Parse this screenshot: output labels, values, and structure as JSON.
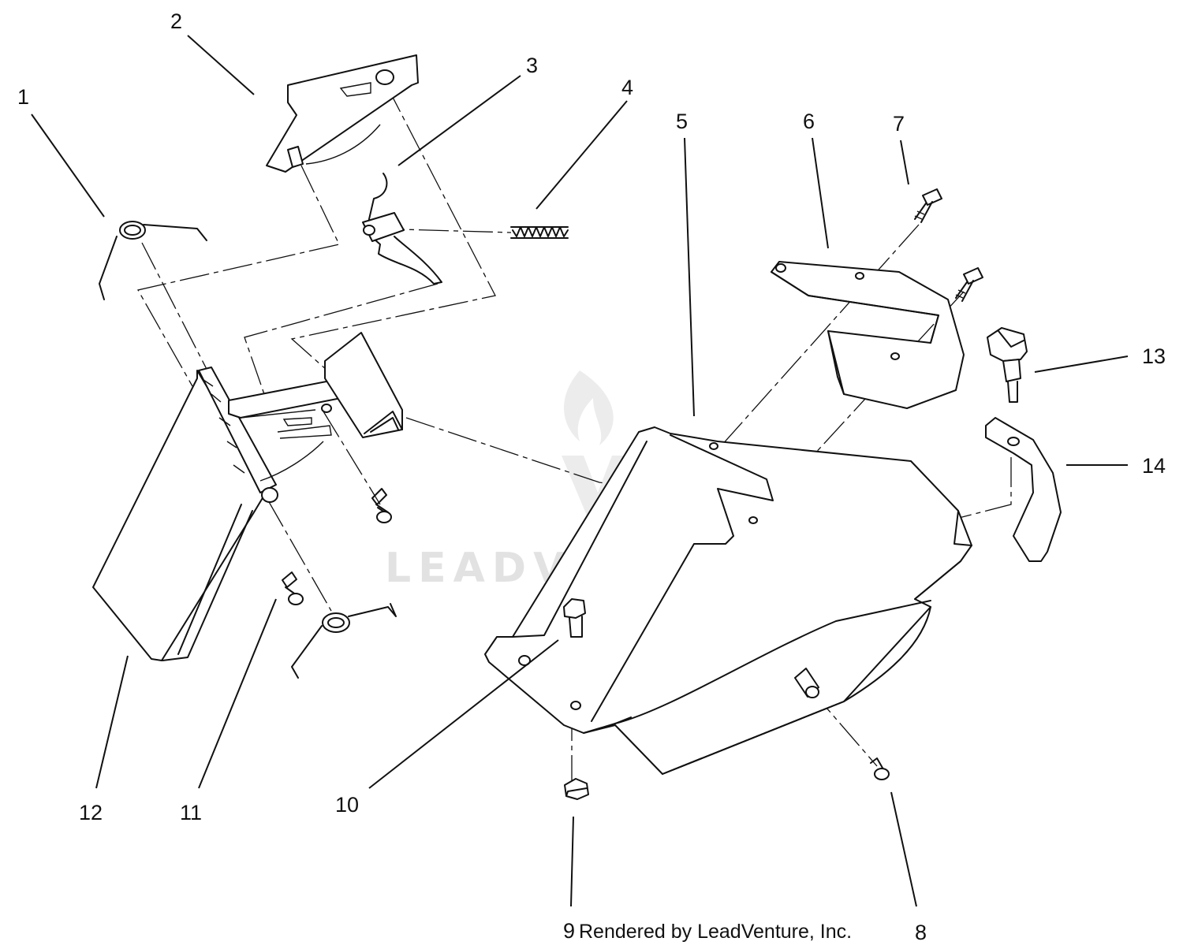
{
  "watermark": {
    "text": "LEADVENTURE"
  },
  "credit": {
    "text": "Rendered by LeadVenture, Inc."
  },
  "callouts": [
    {
      "id": "1",
      "label": "1"
    },
    {
      "id": "2",
      "label": "2"
    },
    {
      "id": "3",
      "label": "3"
    },
    {
      "id": "4",
      "label": "4"
    },
    {
      "id": "5",
      "label": "5"
    },
    {
      "id": "6",
      "label": "6"
    },
    {
      "id": "7",
      "label": "7"
    },
    {
      "id": "8",
      "label": "8"
    },
    {
      "id": "9",
      "label": "9"
    },
    {
      "id": "10",
      "label": "10"
    },
    {
      "id": "11",
      "label": "11"
    },
    {
      "id": "12",
      "label": "12"
    },
    {
      "id": "13",
      "label": "13"
    },
    {
      "id": "14",
      "label": "14"
    }
  ]
}
